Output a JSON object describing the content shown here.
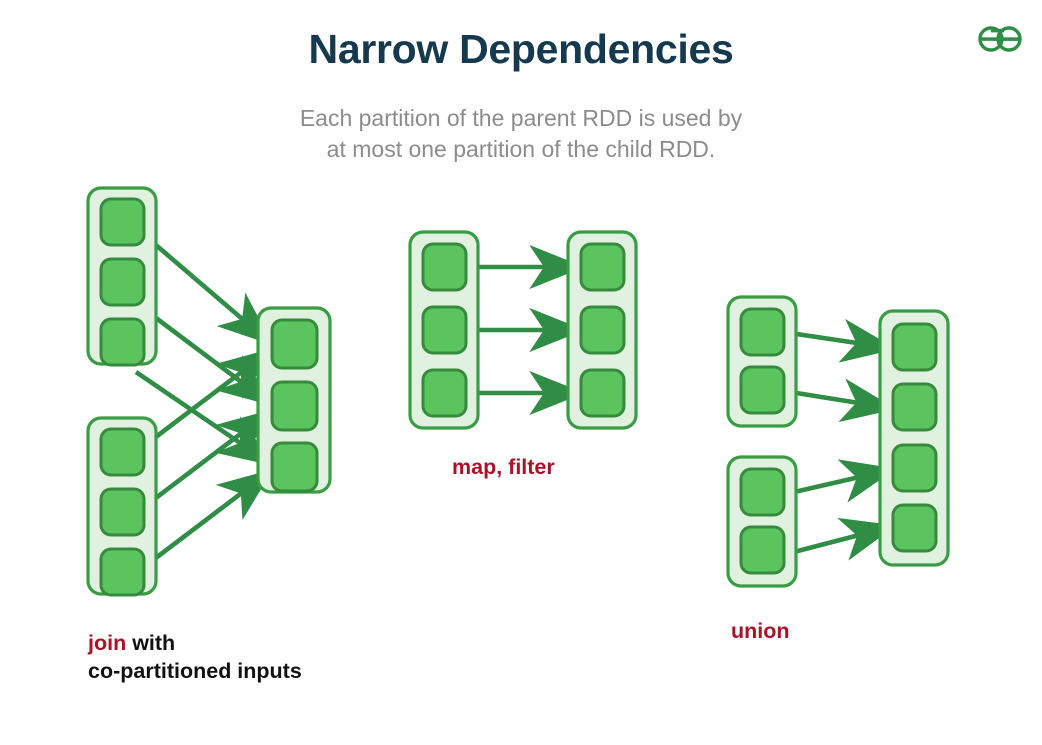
{
  "header": {
    "title": "Narrow Dependencies",
    "subtitle_line1": "Each partition of the parent RDD is used by",
    "subtitle_line2": "at most one partition of the child RDD."
  },
  "branding": {
    "logo_name": "geeksforgeeks-logo",
    "logo_color": "#2f8d46"
  },
  "theme": {
    "title_color": "#15394f",
    "subtitle_color": "#8c8c8c",
    "rdd_container_fill": "#e0f1e0",
    "rdd_container_stroke": "#3a9c45",
    "partition_fill": "#5cc45f",
    "partition_stroke": "#368a3c",
    "arrow_color": "#2f8d46",
    "operation_label_color": "#ad1127",
    "caption_text_color": "#111111",
    "background": "#ffffff"
  },
  "captions": {
    "join": {
      "operation": "join",
      "rest": " with",
      "line2": "co-partitioned inputs"
    },
    "map_filter": {
      "operation": "map, filter"
    },
    "union": {
      "operation": "union"
    }
  },
  "chart_data": {
    "type": "diagram",
    "title": "Narrow Dependencies",
    "description": "Three Spark RDD narrow-dependency examples: join with co-partitioned inputs, map/filter, and union.",
    "examples": [
      {
        "name": "join with co-partitioned inputs",
        "parents": [
          {
            "id": "p1",
            "partitions": 3
          },
          {
            "id": "p2",
            "partitions": 3
          }
        ],
        "children": [
          {
            "id": "c1",
            "partitions": 3
          }
        ],
        "edges": [
          {
            "from": "p1.0",
            "to": "c1.0"
          },
          {
            "from": "p1.1",
            "to": "c1.1"
          },
          {
            "from": "p1.2",
            "to": "c1.2"
          },
          {
            "from": "p2.0",
            "to": "c1.0"
          },
          {
            "from": "p2.1",
            "to": "c1.1"
          },
          {
            "from": "p2.2",
            "to": "c1.2"
          }
        ]
      },
      {
        "name": "map, filter",
        "parents": [
          {
            "id": "p1",
            "partitions": 3
          }
        ],
        "children": [
          {
            "id": "c1",
            "partitions": 3
          }
        ],
        "edges": [
          {
            "from": "p1.0",
            "to": "c1.0"
          },
          {
            "from": "p1.1",
            "to": "c1.1"
          },
          {
            "from": "p1.2",
            "to": "c1.2"
          }
        ]
      },
      {
        "name": "union",
        "parents": [
          {
            "id": "p1",
            "partitions": 2
          },
          {
            "id": "p2",
            "partitions": 2
          }
        ],
        "children": [
          {
            "id": "c1",
            "partitions": 4
          }
        ],
        "edges": [
          {
            "from": "p1.0",
            "to": "c1.0"
          },
          {
            "from": "p1.1",
            "to": "c1.1"
          },
          {
            "from": "p2.0",
            "to": "c1.2"
          },
          {
            "from": "p2.1",
            "to": "c1.3"
          }
        ]
      }
    ]
  }
}
